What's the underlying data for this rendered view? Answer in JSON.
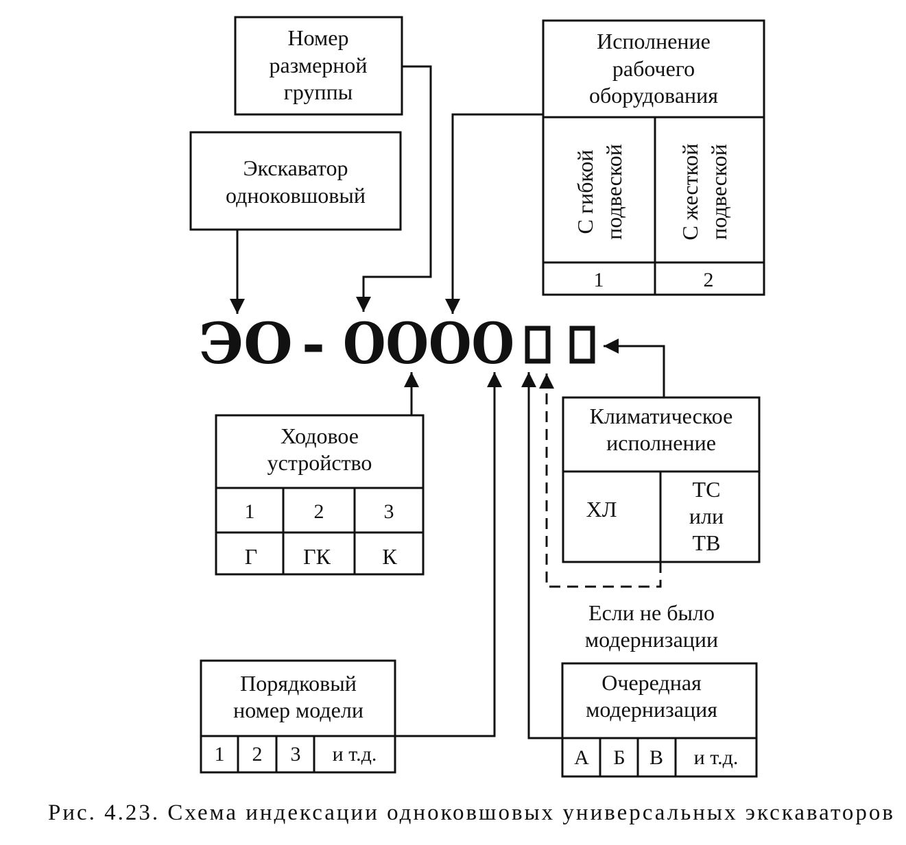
{
  "index": {
    "prefix": "ЭО",
    "dash": "-",
    "digits": "OOOO"
  },
  "blocks": {
    "size_group": {
      "lines": [
        "Номер",
        "размерной",
        "группы"
      ]
    },
    "excavator": {
      "lines": [
        "Экскаватор",
        "одноковшовый"
      ]
    },
    "equipment": {
      "title_lines": [
        "Исполнение",
        "рабочего",
        "оборудования"
      ],
      "options": [
        {
          "lines": [
            "С гибкой",
            "подвеской"
          ],
          "code": "1"
        },
        {
          "lines": [
            "С жесткой",
            "подвеской"
          ],
          "code": "2"
        }
      ]
    },
    "running_gear": {
      "title_lines": [
        "Ходовое",
        "устройство"
      ],
      "codes": [
        "1",
        "2",
        "3"
      ],
      "types": [
        "Г",
        "ГК",
        "К"
      ]
    },
    "climate": {
      "title_lines": [
        "Климатическое",
        "исполнение"
      ],
      "options": [
        {
          "lines": [
            "ХЛ"
          ]
        },
        {
          "lines": [
            "ТС",
            "или",
            "ТВ"
          ]
        }
      ]
    },
    "no_modernization_note": {
      "lines": [
        "Если не было",
        "модернизации"
      ]
    },
    "model_number": {
      "title_lines": [
        "Порядковый",
        "номер модели"
      ],
      "cells": [
        "1",
        "2",
        "3",
        "и т.д."
      ]
    },
    "modernization": {
      "title_lines": [
        "Очередная",
        "модернизация"
      ],
      "cells": [
        "А",
        "Б",
        "В",
        "и т.д."
      ]
    }
  },
  "caption": "Рис. 4.23. Схема индексации одноковшовых универсальных экскаваторов"
}
